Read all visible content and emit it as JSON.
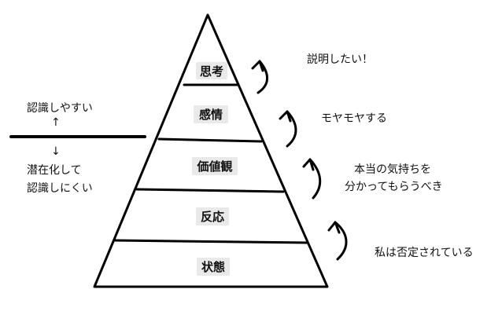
{
  "layers": [
    {
      "label": "思考",
      "annotation": "説明したい！"
    },
    {
      "label": "感情",
      "annotation": "モヤモヤする"
    },
    {
      "label": "価値観",
      "annotation_lines": [
        "本当の気持ちを",
        "分かってもらうべき"
      ]
    },
    {
      "label": "反応",
      "annotation": ""
    },
    {
      "label": "状態",
      "annotation": "私は否定されている"
    }
  ],
  "left_panel": {
    "conscious": "認識しやすい",
    "up_arrow": "↑",
    "down_arrow": "↓",
    "unconscious_lines": [
      "潜在化して",
      "認識しにくい"
    ]
  },
  "colors": {
    "line": "#000000",
    "label_bg": "#e9e9e9",
    "text": "#111111"
  }
}
